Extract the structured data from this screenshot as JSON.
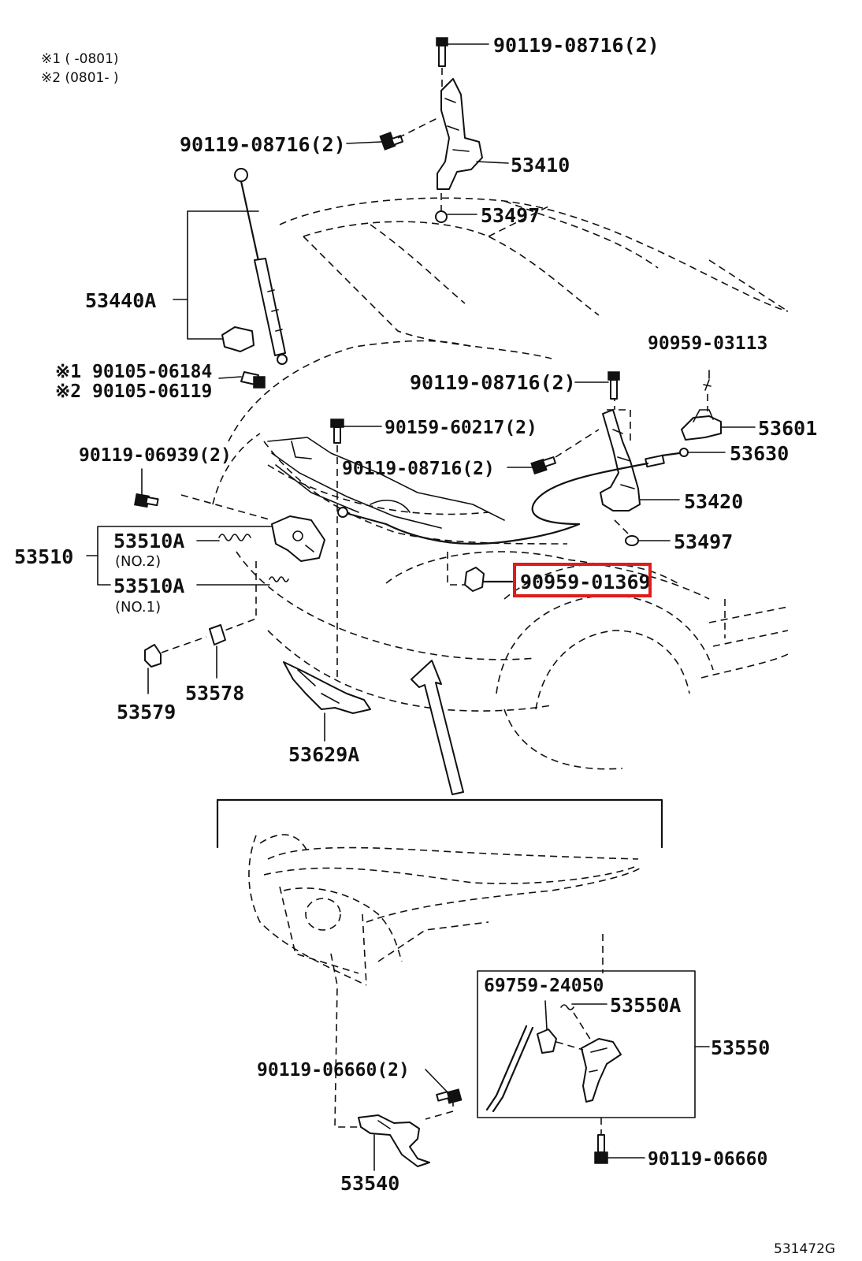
{
  "notes": {
    "note1": "※1 (        -0801)",
    "note2": "※2 (0801-        )"
  },
  "labels": {
    "bolt_top": "90119-08716(2)",
    "bolt_left_hinge": "90119-08716(2)",
    "hinge_lh": "53410",
    "cushion_top": "53497",
    "support": "53440A",
    "stud_1": "※1 90105-06184",
    "stud_2": "※2 90105-06119",
    "bolt_right_hinge": "90119-08716(2)",
    "grommet_top": "90959-03113",
    "lever": "53601",
    "cable": "53630",
    "hinge_rh": "53420",
    "cushion_right": "53497",
    "clip_bolt": "90159-60217(2)",
    "bolt_mid": "90119-08716(2)",
    "bolt_latch": "90119-06939(2)",
    "lock_assy": "53510",
    "spring_no2": "53510A",
    "spring_no2_sub": "(NO.2)",
    "spring_no1": "53510A",
    "spring_no1_sub": "(NO.1)",
    "clamp_highlighted": "90959-01369",
    "cushion_a": "53578",
    "cushion_b": "53579",
    "bracket": "53629A",
    "bolt_lower": "90119-06660(2)",
    "rod_clip": "69759-24050",
    "spring_lower": "53550A",
    "lock_lower_assy": "53550",
    "support_lower": "53540",
    "bolt_bottom": "90119-06660",
    "figure_code": "531472G"
  },
  "highlight": {
    "target": "clamp_highlighted",
    "color": "#e01b1b"
  }
}
